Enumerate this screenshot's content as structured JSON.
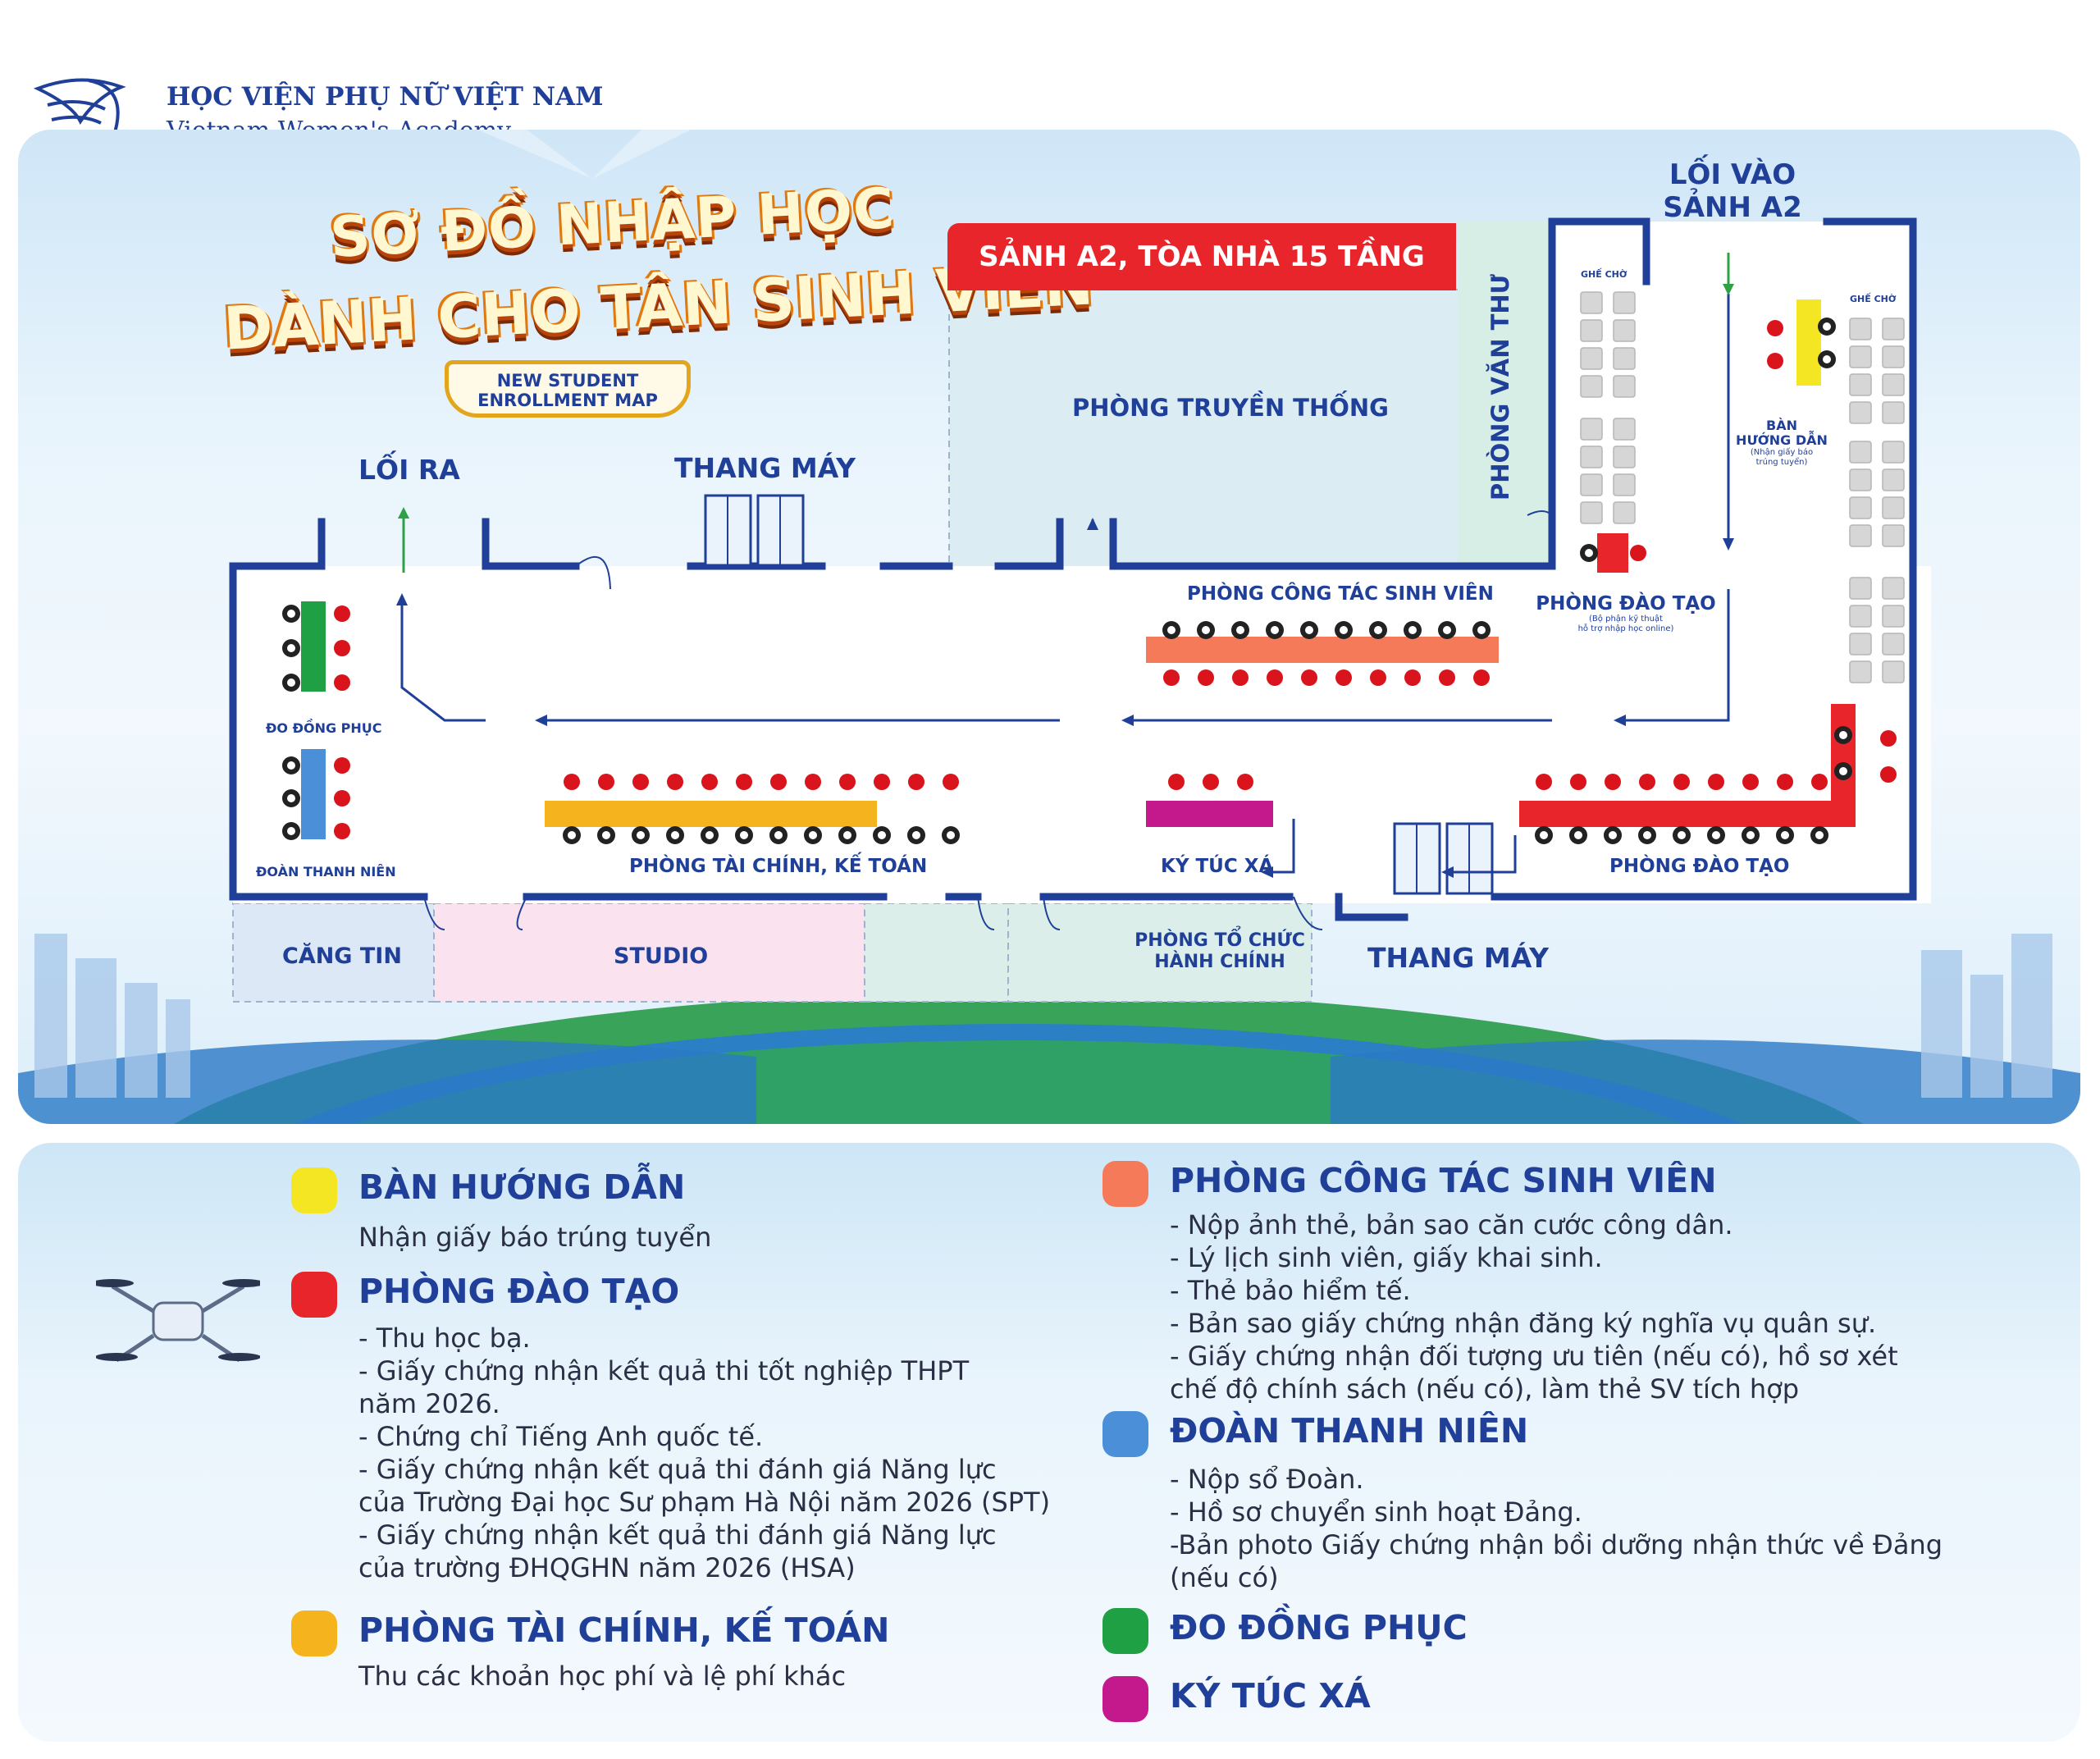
{
  "header": {
    "logo_name": "HỌC VIỆN PHỤ NỮ VIỆT NAM",
    "logo_subname": "Vietnam Women's Academy"
  },
  "title": {
    "line1": "SƠ ĐỒ NHẬP HỌC",
    "line2": "DÀNH CHO TÂN SINH VIÊN",
    "subtitle_line1": "NEW STUDENT",
    "subtitle_line2": "ENROLLMENT MAP"
  },
  "map": {
    "lobby_banner": "SẢNH A2, TÒA NHÀ 15 TẦNG",
    "entrance_line1": "LỐI VÀO",
    "entrance_line2": "SẢNH A2",
    "exit": "LỐI RA",
    "elevator_top": "THANG MÁY",
    "elevator_bottom": "THANG MÁY",
    "tradition_room": "PHÒNG TRUYỀN THỐNG",
    "clerical_room": "PHÒNG VĂN THƯ",
    "waiting_chairs_left": "GHẾ CHỜ",
    "waiting_chairs_right": "GHẾ CHỜ",
    "guide_desk_line1": "BÀN",
    "guide_desk_line2": "HƯỚNG DẪN",
    "guide_desk_note_line1": "(Nhận giấy báo",
    "guide_desk_note_line2": "trúng tuyển)",
    "student_affairs": "PHÒNG CÔNG TÁC SINH VIÊN",
    "training_upper": "PHÒNG ĐÀO TẠO",
    "training_upper_note_line1": "(Bộ phận kỹ thuật",
    "training_upper_note_line2": "hỗ trợ nhập học online)",
    "uniform": "ĐO ĐỒNG PHỤC",
    "youth_union": "ĐOÀN THANH NIÊN",
    "finance": "PHÒNG TÀI CHÍNH, KẾ TOÁN",
    "dormitory": "KÝ TÚC XÁ",
    "training_lower": "PHÒNG ĐÀO TẠO",
    "canteen": "CĂNG TIN",
    "studio": "STUDIO",
    "admin_line1": "PHÒNG TỔ CHỨC",
    "admin_line2": "HÀNH CHÍNH"
  },
  "legend": {
    "guide_desk": {
      "title": "BÀN HƯỚNG DẪN",
      "color": "#f5e623",
      "lines": [
        "Nhận giấy báo trúng tuyển"
      ]
    },
    "training": {
      "title": "PHÒNG ĐÀO TẠO",
      "color": "#e8252b",
      "lines": [
        "- Thu học bạ.",
        "- Giấy chứng nhận kết quả thi tốt nghiệp THPT",
        "năm 2026.",
        "- Chứng chỉ Tiếng Anh quốc tế.",
        "- Giấy chứng nhận kết quả thi đánh giá Năng lực",
        "của Trường Đại học Sư phạm Hà Nội năm 2026 (SPT)",
        "- Giấy chứng nhận kết quả thi đánh giá Năng lực",
        "của trường ĐHQGHN năm 2026 (HSA)"
      ]
    },
    "finance": {
      "title": "PHÒNG TÀI CHÍNH, KẾ TOÁN",
      "color": "#f5b41e",
      "lines": [
        "Thu các khoản học phí và lệ phí khác"
      ]
    },
    "student_affairs": {
      "title": "PHÒNG CÔNG TÁC SINH VIÊN",
      "color": "#f47a5a",
      "lines": [
        "- Nộp ảnh thẻ, bản sao căn cước công dân.",
        "- Lý lịch sinh viên, giấy khai sinh.",
        "- Thẻ bảo hiểm tế.",
        "- Bản sao giấy chứng nhận đăng ký nghĩa vụ quân sự.",
        "- Giấy chứng nhận đối tượng ưu tiên (nếu có), hồ sơ xét",
        "chế độ chính sách (nếu có), làm thẻ SV tích hợp"
      ]
    },
    "youth_union": {
      "title": "ĐOÀN THANH NIÊN",
      "color": "#4a8fd8",
      "lines": [
        "- Nộp sổ Đoàn.",
        "- Hồ sơ chuyển sinh hoạt Đảng.",
        "-Bản photo Giấy chứng nhận bồi dưỡng nhận thức về Đảng",
        "(nếu có)"
      ]
    },
    "uniform": {
      "title": "ĐO ĐỒNG PHỤC",
      "color": "#1fa044",
      "lines": []
    },
    "dormitory": {
      "title": "KÝ TÚC XÁ",
      "color": "#c4198c",
      "lines": []
    }
  }
}
